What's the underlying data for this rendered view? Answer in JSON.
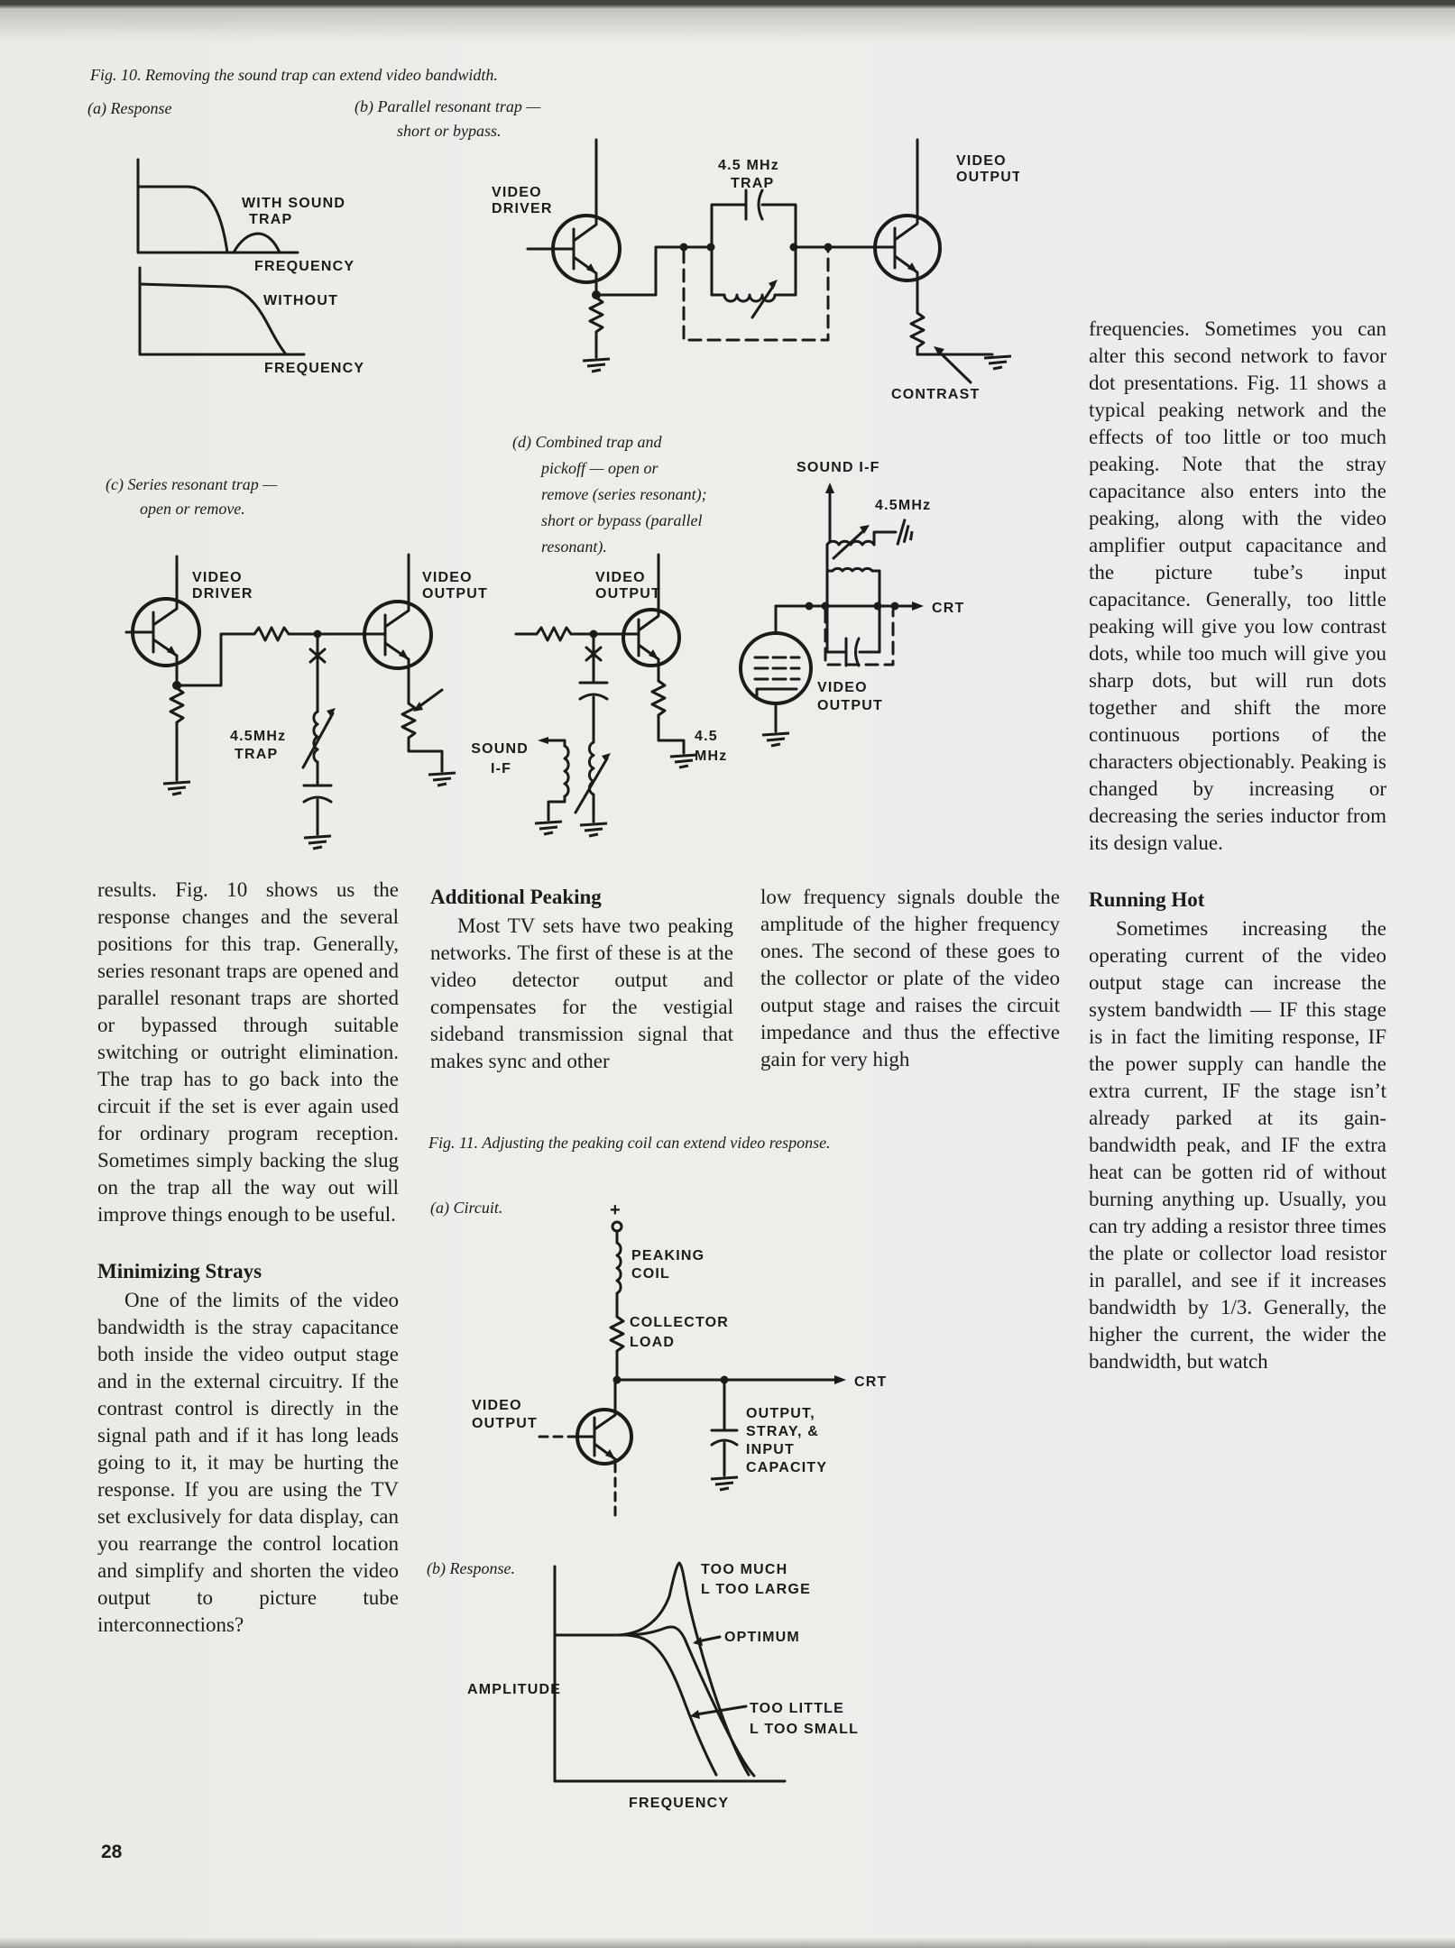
{
  "page": {
    "number": "28"
  },
  "fig10": {
    "caption": "Fig. 10. Removing the sound trap can extend video bandwidth.",
    "a": {
      "label": "(a) Response",
      "with1": "WITH SOUND",
      "with2": "TRAP",
      "freq1": "FREQUENCY",
      "without": "WITHOUT",
      "freq2": "FREQUENCY"
    },
    "b": {
      "cap1": "(b) Parallel resonant trap —",
      "cap2": "short or bypass.",
      "video": "VIDEO",
      "driver": "DRIVER",
      "mhz": "4.5 MHz",
      "trap": "TRAP",
      "video2": "VIDEO",
      "output": "OUTPUT",
      "contrast": "CONTRAST"
    },
    "c": {
      "cap1": "(c) Series resonant trap —",
      "cap2": "open or remove.",
      "video": "VIDEO",
      "driver": "DRIVER",
      "mhz": "4.5MHz",
      "trap": "TRAP",
      "video2": "VIDEO",
      "output": "OUTPUT"
    },
    "d": {
      "cap1": "(d) Combined trap and",
      "cap2": "pickoff — open or",
      "cap3": "remove (series resonant);",
      "cap4": "short or bypass (parallel",
      "cap5": "resonant).",
      "video": "VIDEO",
      "output": "OUTPUT",
      "sound": "SOUND",
      "if": "I-F",
      "mhz1": "4.5",
      "mhz2": "MHz",
      "sound_if": "SOUND I-F",
      "mhz3": "4.5MHz",
      "crt": "CRT",
      "tube_video": "VIDEO",
      "tube_output": "OUTPUT"
    }
  },
  "fig11": {
    "caption": "Fig. 11. Adjusting the peaking coil can extend video response.",
    "a": {
      "label": "(a) Circuit.",
      "plus": "+",
      "peaking": "PEAKING",
      "coil": "COIL",
      "collector": "COLLECTOR",
      "load": "LOAD",
      "crt": "CRT",
      "video": "VIDEO",
      "output": "OUTPUT",
      "cap1": "OUTPUT,",
      "cap2": "STRAY, &",
      "cap3": "INPUT",
      "cap4": "CAPACITY"
    },
    "b": {
      "label": "(b) Response.",
      "amplitude": "AMPLITUDE",
      "frequency": "FREQUENCY",
      "much1": "TOO MUCH",
      "much2": "L TOO LARGE",
      "optimum": "OPTIMUM",
      "little1": "TOO LITTLE",
      "little2": "L TOO SMALL"
    }
  },
  "text": {
    "left_p1": "results. Fig. 10 shows us the response changes and the several positions for this trap. Generally, series resonant traps are opened and parallel resonant traps are shorted or bypassed through suitable switching or outright elimination. The trap has to go back into the circuit if the set is ever again used for ordinary program reception. Sometimes simply backing the slug on the trap all the way out will improve things enough to be useful.",
    "left_h": "Minimizing Strays",
    "left_p2": "One of the limits of the video bandwidth is the stray capacitance both inside the video output stage and in the external circuitry. If the contrast control is directly in the signal path and if it has long leads going to it, it may be hurting the response. If you are using the TV set exclusively for data display, can you rearrange the control location and simplify and shorten the video output to picture tube interconnections?",
    "mid_h": "Additional Peaking",
    "mid_p1": "Most TV sets have two peaking networks. The first of these is at the video detector output and compensates for the vestigial sideband transmission signal that makes sync and other",
    "col3_p1": "low frequency signals double the amplitude of the higher frequency ones. The second of these goes to the collector or plate of the video output stage and raises the circuit impedance and thus the effective gain for very high",
    "right_p1": "frequencies. Sometimes you can alter this second network to favor dot presentations. Fig. 11 shows a typical peaking network and the effects of too little or too much peaking. Note that the stray capacitance also enters into the peaking, along with the video amplifier output capacitance and the picture tube’s input capacitance. Generally, too little peaking will give you low contrast dots, while too much will give you sharp dots, but will run dots together and shift the more continuous portions of the characters objectionably. Peaking is changed by increasing or decreasing the series inductor from its design value.",
    "right_h": "Running Hot",
    "right_p2": "Sometimes increasing the operating current of the video output stage can increase the system bandwidth — IF this stage is in fact the limiting response, IF the power supply can handle the extra current, IF the stage isn’t already parked at its gain-bandwidth peak, and IF the extra heat can be gotten rid of without burning anything up. Usually, you can try adding a resistor three times the plate or collector load resistor in parallel, and see if it increases bandwidth by 1/3. Generally, the higher the current, the wider the bandwidth, but watch"
  }
}
